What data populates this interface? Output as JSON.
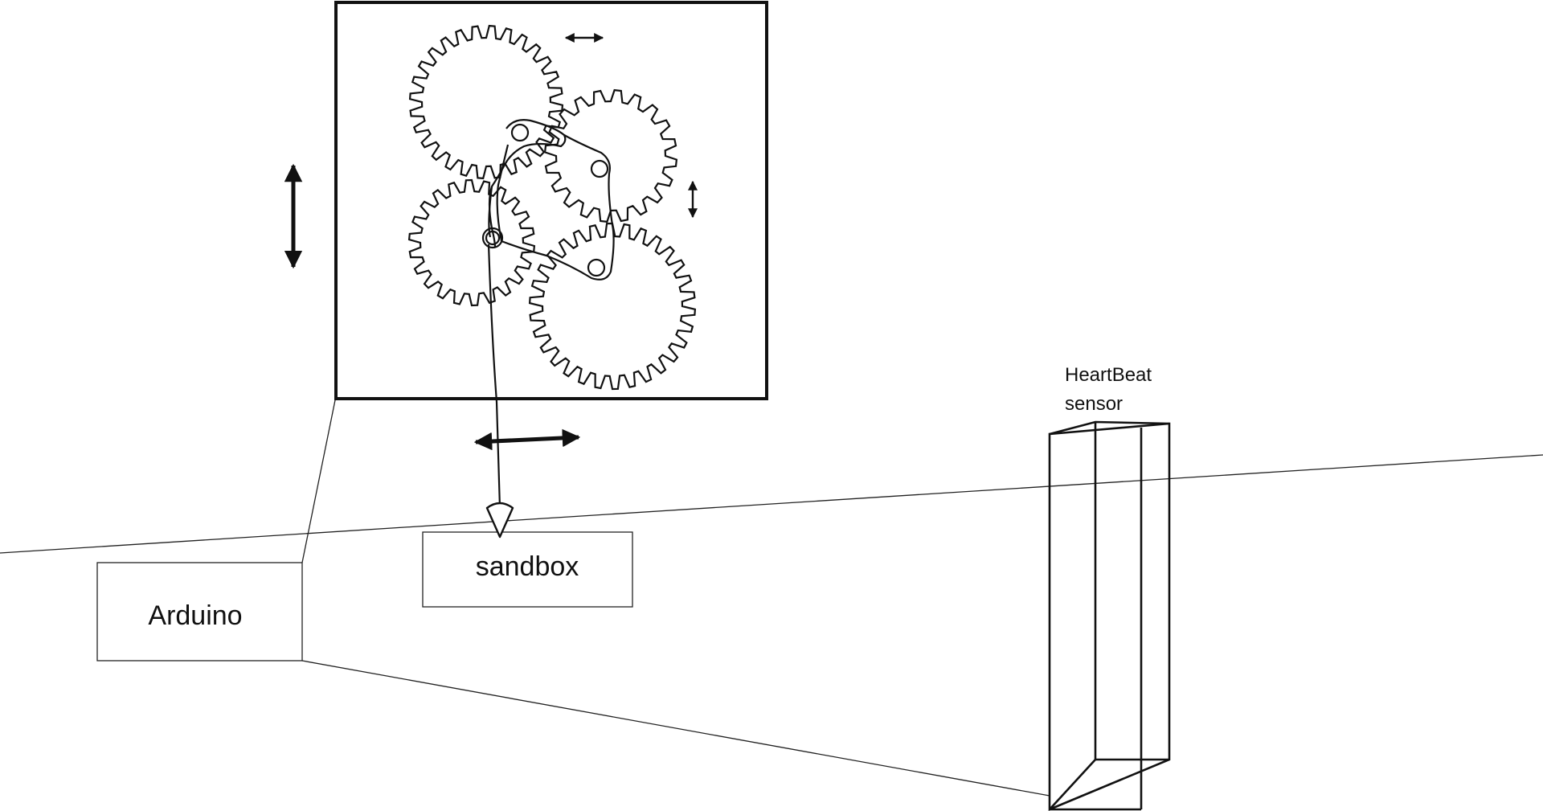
{
  "labels": {
    "arduino": "Arduino",
    "sandbox": "sandbox",
    "sensor_line1": "HeartBeat",
    "sensor_line2": "sensor"
  },
  "gears": [
    {
      "name": "gear-top-left",
      "teeth": 28
    },
    {
      "name": "gear-top-right",
      "teeth": 20
    },
    {
      "name": "gear-middle-left",
      "teeth": 22
    },
    {
      "name": "gear-bottom-right",
      "teeth": 30
    }
  ],
  "colors": {
    "stroke": "#111111",
    "background": "#ffffff"
  }
}
